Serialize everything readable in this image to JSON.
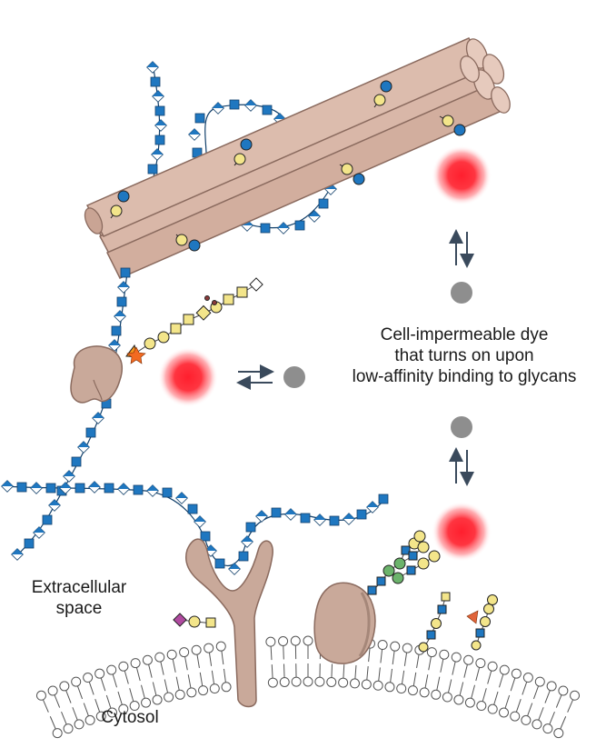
{
  "labels": {
    "dye_line1": "Cell-impermeable dye",
    "dye_line2": "that turns on upon",
    "dye_line3": "low-affinity binding to glycans",
    "extracellular_line1": "Extracellular",
    "extracellular_line2": "space",
    "cytosol": "Cytosol"
  },
  "colors": {
    "fiber": "#d9b7a8",
    "fiber_stroke": "#8a6a5e",
    "protein": "#c9a99a",
    "glc_blue": "#1f77c0",
    "gal_yellow": "#f3e58a",
    "dye_on": "#ff1f2e",
    "dye_off": "#8e8e8e",
    "arrow": "#3a4a5c",
    "membrane": "#555555"
  }
}
